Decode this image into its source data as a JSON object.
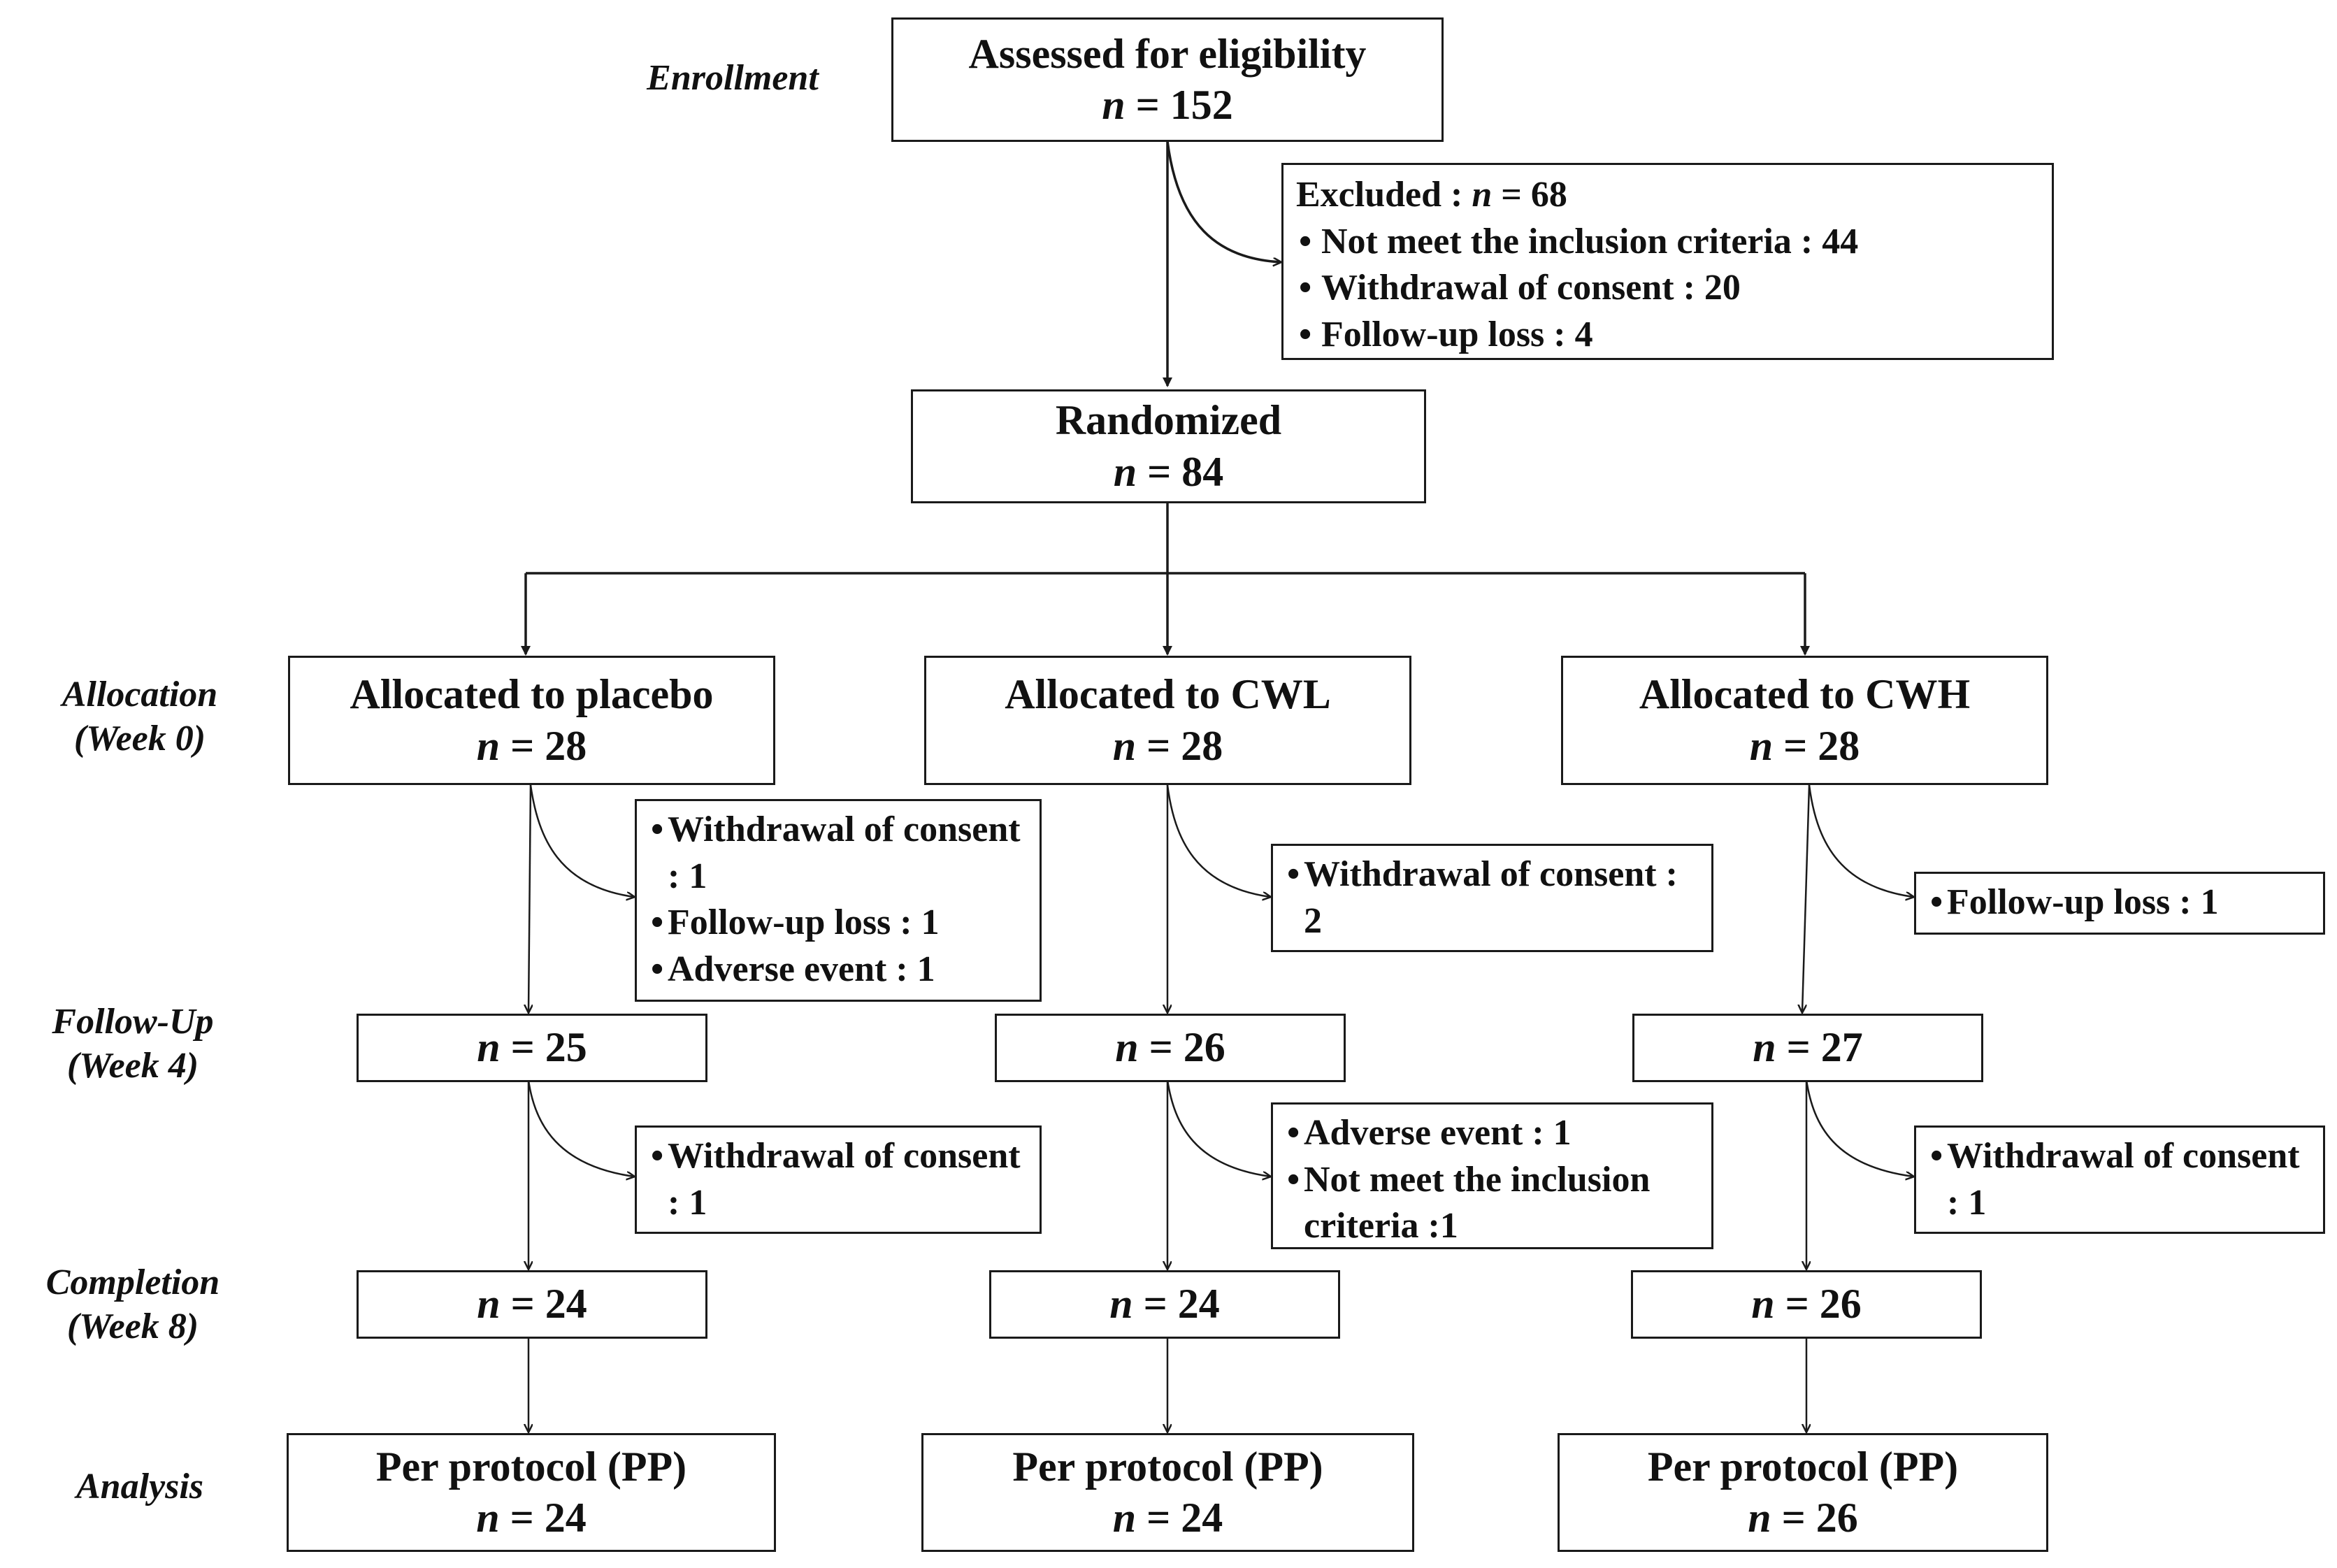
{
  "stages": {
    "enrollment": "Enrollment",
    "allocation": [
      "Allocation",
      "(Week 0)"
    ],
    "follow_up": [
      "Follow-Up",
      "(Week 4)"
    ],
    "completion": [
      "Completion",
      "(Week 8)"
    ],
    "analysis": "Analysis"
  },
  "assessed": {
    "title": "Assessed for eligibility",
    "n_prefix": "n",
    "n_value": "= 152"
  },
  "excluded": {
    "label": "Excluded : ",
    "n_prefix": "n",
    "n_value": " = 68",
    "items": [
      "Not meet the inclusion criteria : 44",
      "Withdrawal of consent : 20",
      "Follow-up loss : 4"
    ]
  },
  "randomized": {
    "title": "Randomized",
    "n_prefix": "n",
    "n_value": "= 84"
  },
  "arms": [
    {
      "allocated": "Allocated to placebo",
      "alloc_n": "= 28",
      "week0_losses": [
        "Withdrawal of consent : 1",
        "Follow-up loss : 1",
        "Adverse event : 1"
      ],
      "week4_n": "= 25",
      "week4_losses": [
        "Withdrawal of consent : 1"
      ],
      "week8_n": "= 24",
      "analysis": "Per protocol (PP)",
      "analysis_n": "= 24"
    },
    {
      "allocated": "Allocated to CWL",
      "alloc_n": "= 28",
      "week0_losses": [
        "Withdrawal of consent : 2"
      ],
      "week4_n": "= 26",
      "week4_losses": [
        "Adverse event : 1",
        "Not meet the inclusion criteria :1"
      ],
      "week8_n": "= 24",
      "analysis": "Per protocol (PP)",
      "analysis_n": "= 24"
    },
    {
      "allocated": "Allocated to CWH",
      "alloc_n": "= 28",
      "week0_losses": [
        "Follow-up loss : 1"
      ],
      "week4_n": "= 27",
      "week4_losses": [
        "Withdrawal of consent : 1"
      ],
      "week8_n": "= 26",
      "analysis": "Per protocol (PP)",
      "analysis_n": "= 26"
    }
  ]
}
